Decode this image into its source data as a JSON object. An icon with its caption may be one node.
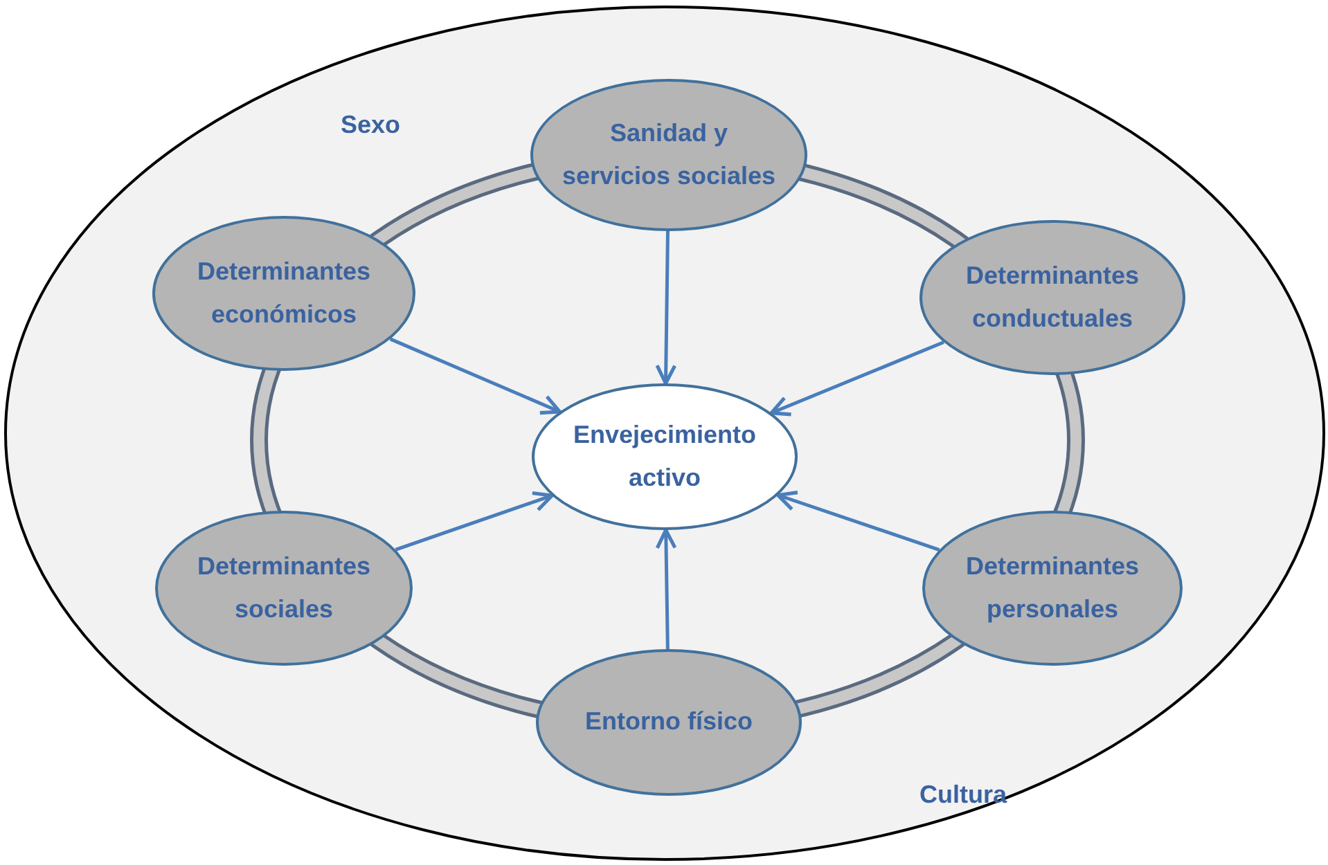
{
  "diagram": {
    "nodes": [
      {
        "text": [
          "Sanidad y servicios sociales"
        ]
      },
      {
        "text": [
          "Determinantes económicos"
        ]
      },
      {
        "text": [
          "Determinantes conductuales"
        ]
      },
      {
        "text": [
          "Envejecimiento activo"
        ]
      },
      {
        "text": [
          "Determinantes sociales"
        ]
      },
      {
        "text": [
          "Determinantes personales"
        ]
      },
      {
        "text": [
          "Entorno físico"
        ]
      }
    ],
    "edges": [
      {
        "from": 0,
        "to": 3,
        "arrow": "to"
      },
      {
        "from": 1,
        "to": 3,
        "arrow": "to"
      },
      {
        "from": 2,
        "to": 3,
        "arrow": "to"
      },
      {
        "from": 4,
        "to": 3,
        "arrow": "to"
      },
      {
        "from": 5,
        "to": 3,
        "arrow": "to"
      },
      {
        "from": 6,
        "to": 3,
        "arrow": "to"
      }
    ],
    "labels": [
      "Sexo",
      "Cultura"
    ]
  }
}
